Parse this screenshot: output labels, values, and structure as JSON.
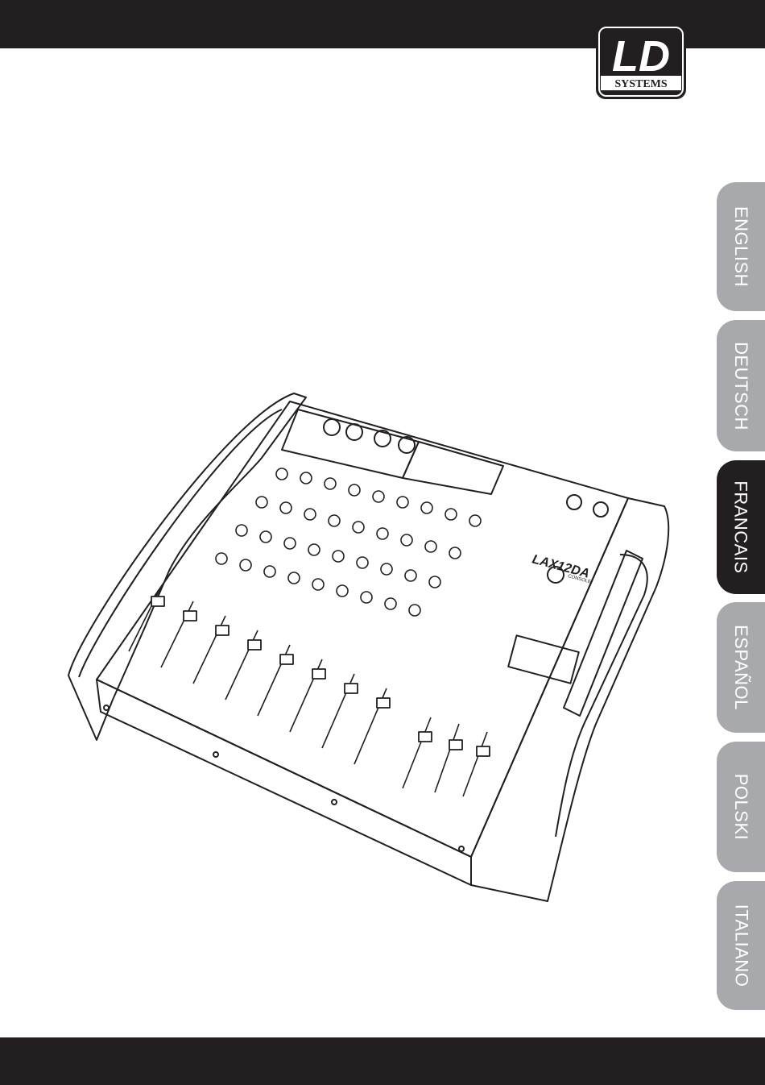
{
  "brand": {
    "logo_text": "LD",
    "logo_subtext": "SYSTEMS",
    "colors": {
      "dark": "#231f20",
      "tab_inactive": "#a7a9ac",
      "tab_text": "#ffffff"
    }
  },
  "language_tabs": [
    {
      "label": "ENGLISH",
      "active": false
    },
    {
      "label": "DEUTSCH",
      "active": false
    },
    {
      "label": "FRANCAIS",
      "active": true
    },
    {
      "label": "ESPAÑOL",
      "active": false
    },
    {
      "label": "POLSKI",
      "active": false
    },
    {
      "label": "ITALIANO",
      "active": false
    }
  ],
  "product": {
    "model_label": "LAX12DA",
    "sub_label": "CONSOLE",
    "illustration": "mixer-console-icon"
  }
}
